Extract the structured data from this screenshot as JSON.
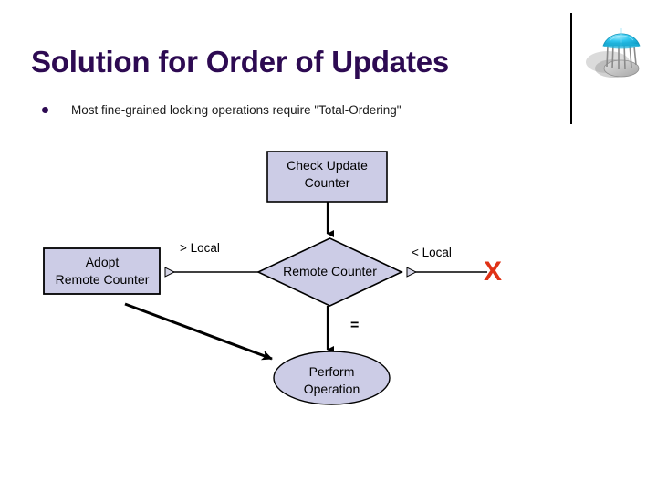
{
  "slide": {
    "title": "Solution for Order of Updates",
    "title_color": "#2d0a52",
    "background_color": "#ffffff",
    "bullets": [
      {
        "marker": "bullet-dot",
        "text": "Most fine-grained locking operations require \"Total-Ordering\""
      }
    ],
    "ornament": {
      "icon_name": "dome-gazebo-logo-icon",
      "dome_color": "#2ec6ee",
      "base_color": "#b8b8b8"
    },
    "divider": {
      "name": "header-divider",
      "color": "#000000"
    }
  },
  "diagram": {
    "type": "flowchart",
    "node_fill": "#ccccE6",
    "node_stroke": "#000000",
    "edge_color": "#000000",
    "nodes": [
      {
        "id": "check-update-counter",
        "shape": "rectangle",
        "label": "Check Update\nCounter",
        "line1": "Check Update",
        "line2": "Counter"
      },
      {
        "id": "remote-counter-decision",
        "shape": "diamond",
        "label": "Remote Counter",
        "line1": "Remote Counter"
      },
      {
        "id": "adopt-remote-counter",
        "shape": "rectangle",
        "label": "Adopt\nRemote Counter",
        "line1": "Adopt",
        "line2": "Remote Counter"
      },
      {
        "id": "perform-operation",
        "shape": "ellipse",
        "label": "Perform\nOperation",
        "line1": "Perform",
        "line2": "Operation"
      }
    ],
    "edges": [
      {
        "id": "check-to-decision",
        "from": "check-update-counter",
        "to": "remote-counter-decision",
        "label": ""
      },
      {
        "id": "decision-to-adopt",
        "from": "remote-counter-decision",
        "to": "adopt-remote-counter",
        "label": "> Local"
      },
      {
        "id": "decision-to-reject",
        "from": "remote-counter-decision",
        "to": "reject-mark",
        "label": "< Local"
      },
      {
        "id": "decision-to-perform",
        "from": "remote-counter-decision",
        "to": "perform-operation",
        "label": "="
      },
      {
        "id": "adopt-to-perform",
        "from": "adopt-remote-counter",
        "to": "perform-operation",
        "label": ""
      }
    ],
    "reject_mark": {
      "symbol": "X",
      "color": "#e03216",
      "meaning": "discard-update"
    }
  }
}
